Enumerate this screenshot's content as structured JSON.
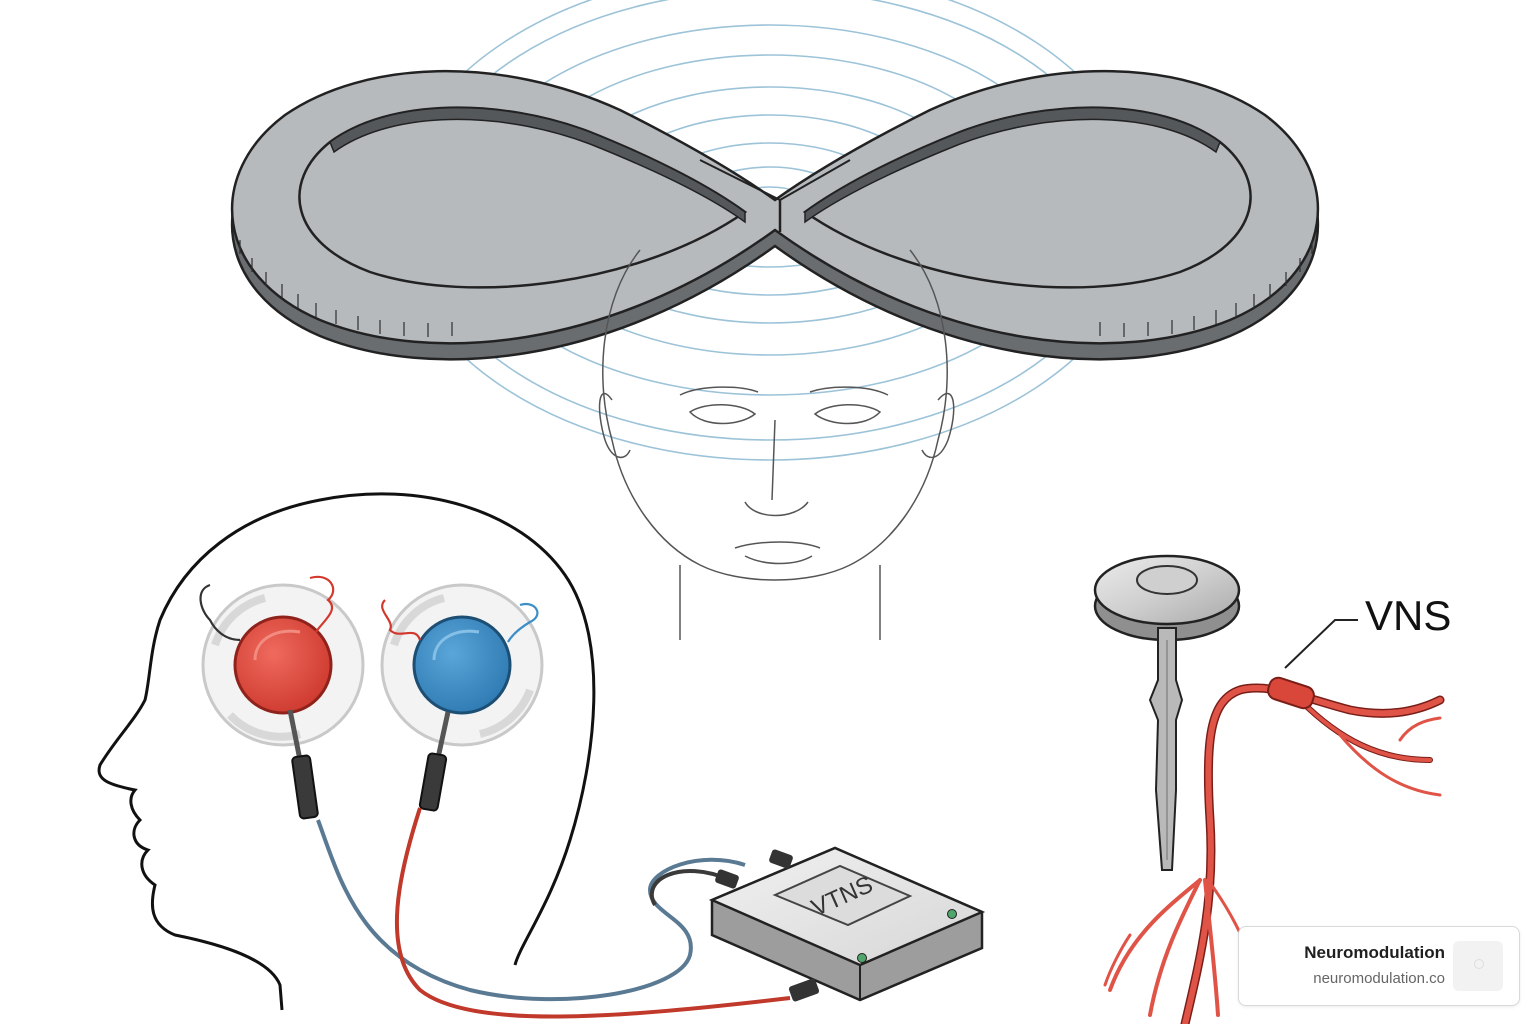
{
  "labels": {
    "vns_label": "VNS",
    "device_label": "VTNS"
  },
  "watermark": {
    "title": "Neuromodulation",
    "url": "neuromodulation.co"
  },
  "colors": {
    "electrode_red": "#e04c3f",
    "electrode_blue": "#3d8ec7",
    "nerve_red": "#e05448",
    "field_lines": "#9cc3d8",
    "coil_top": "#b7babd",
    "coil_side": "#6a6d70",
    "outline": "#222222"
  }
}
